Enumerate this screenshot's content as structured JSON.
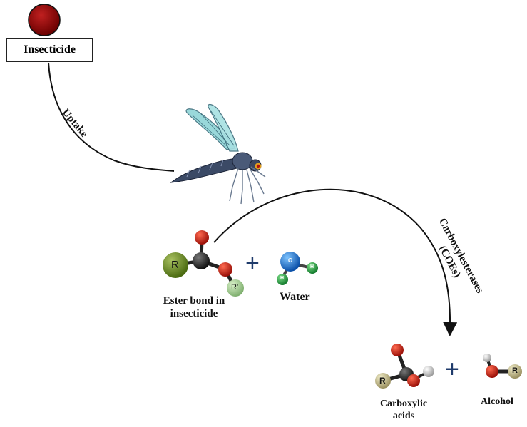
{
  "nodes": {
    "insecticide": "Insecticide",
    "uptake": "Uptake",
    "enzyme_line1": "Carboxylesterases",
    "enzyme_line2": "(COEs)"
  },
  "reactants": {
    "ester_line1": "Ester bond in",
    "ester_line2": "insecticide",
    "water": "Water",
    "plus": "+"
  },
  "products": {
    "acid_line1": "Carboxylic",
    "acid_line2": "acids",
    "alcohol": "Alcohol",
    "plus": "+"
  },
  "atoms": {
    "ester_r": "R",
    "ester_r_prime": "R'",
    "water_o": "O",
    "water_h1": "H",
    "water_h2": "H",
    "acid_r": "R",
    "alcohol_r": "R"
  },
  "colors": {
    "insecticide_dot": "#8b0000",
    "arrow": "#111111",
    "r_group": "#6b8e23",
    "r_prime": "#9acd8a",
    "carbon": "#2b2b2b",
    "oxygen": "#c0201a",
    "hydrogen_water": "#2ea84a",
    "oxygen_water": "#1f7fd6",
    "plus": "#1f3b6b",
    "acid_r": "#c9c08a"
  }
}
